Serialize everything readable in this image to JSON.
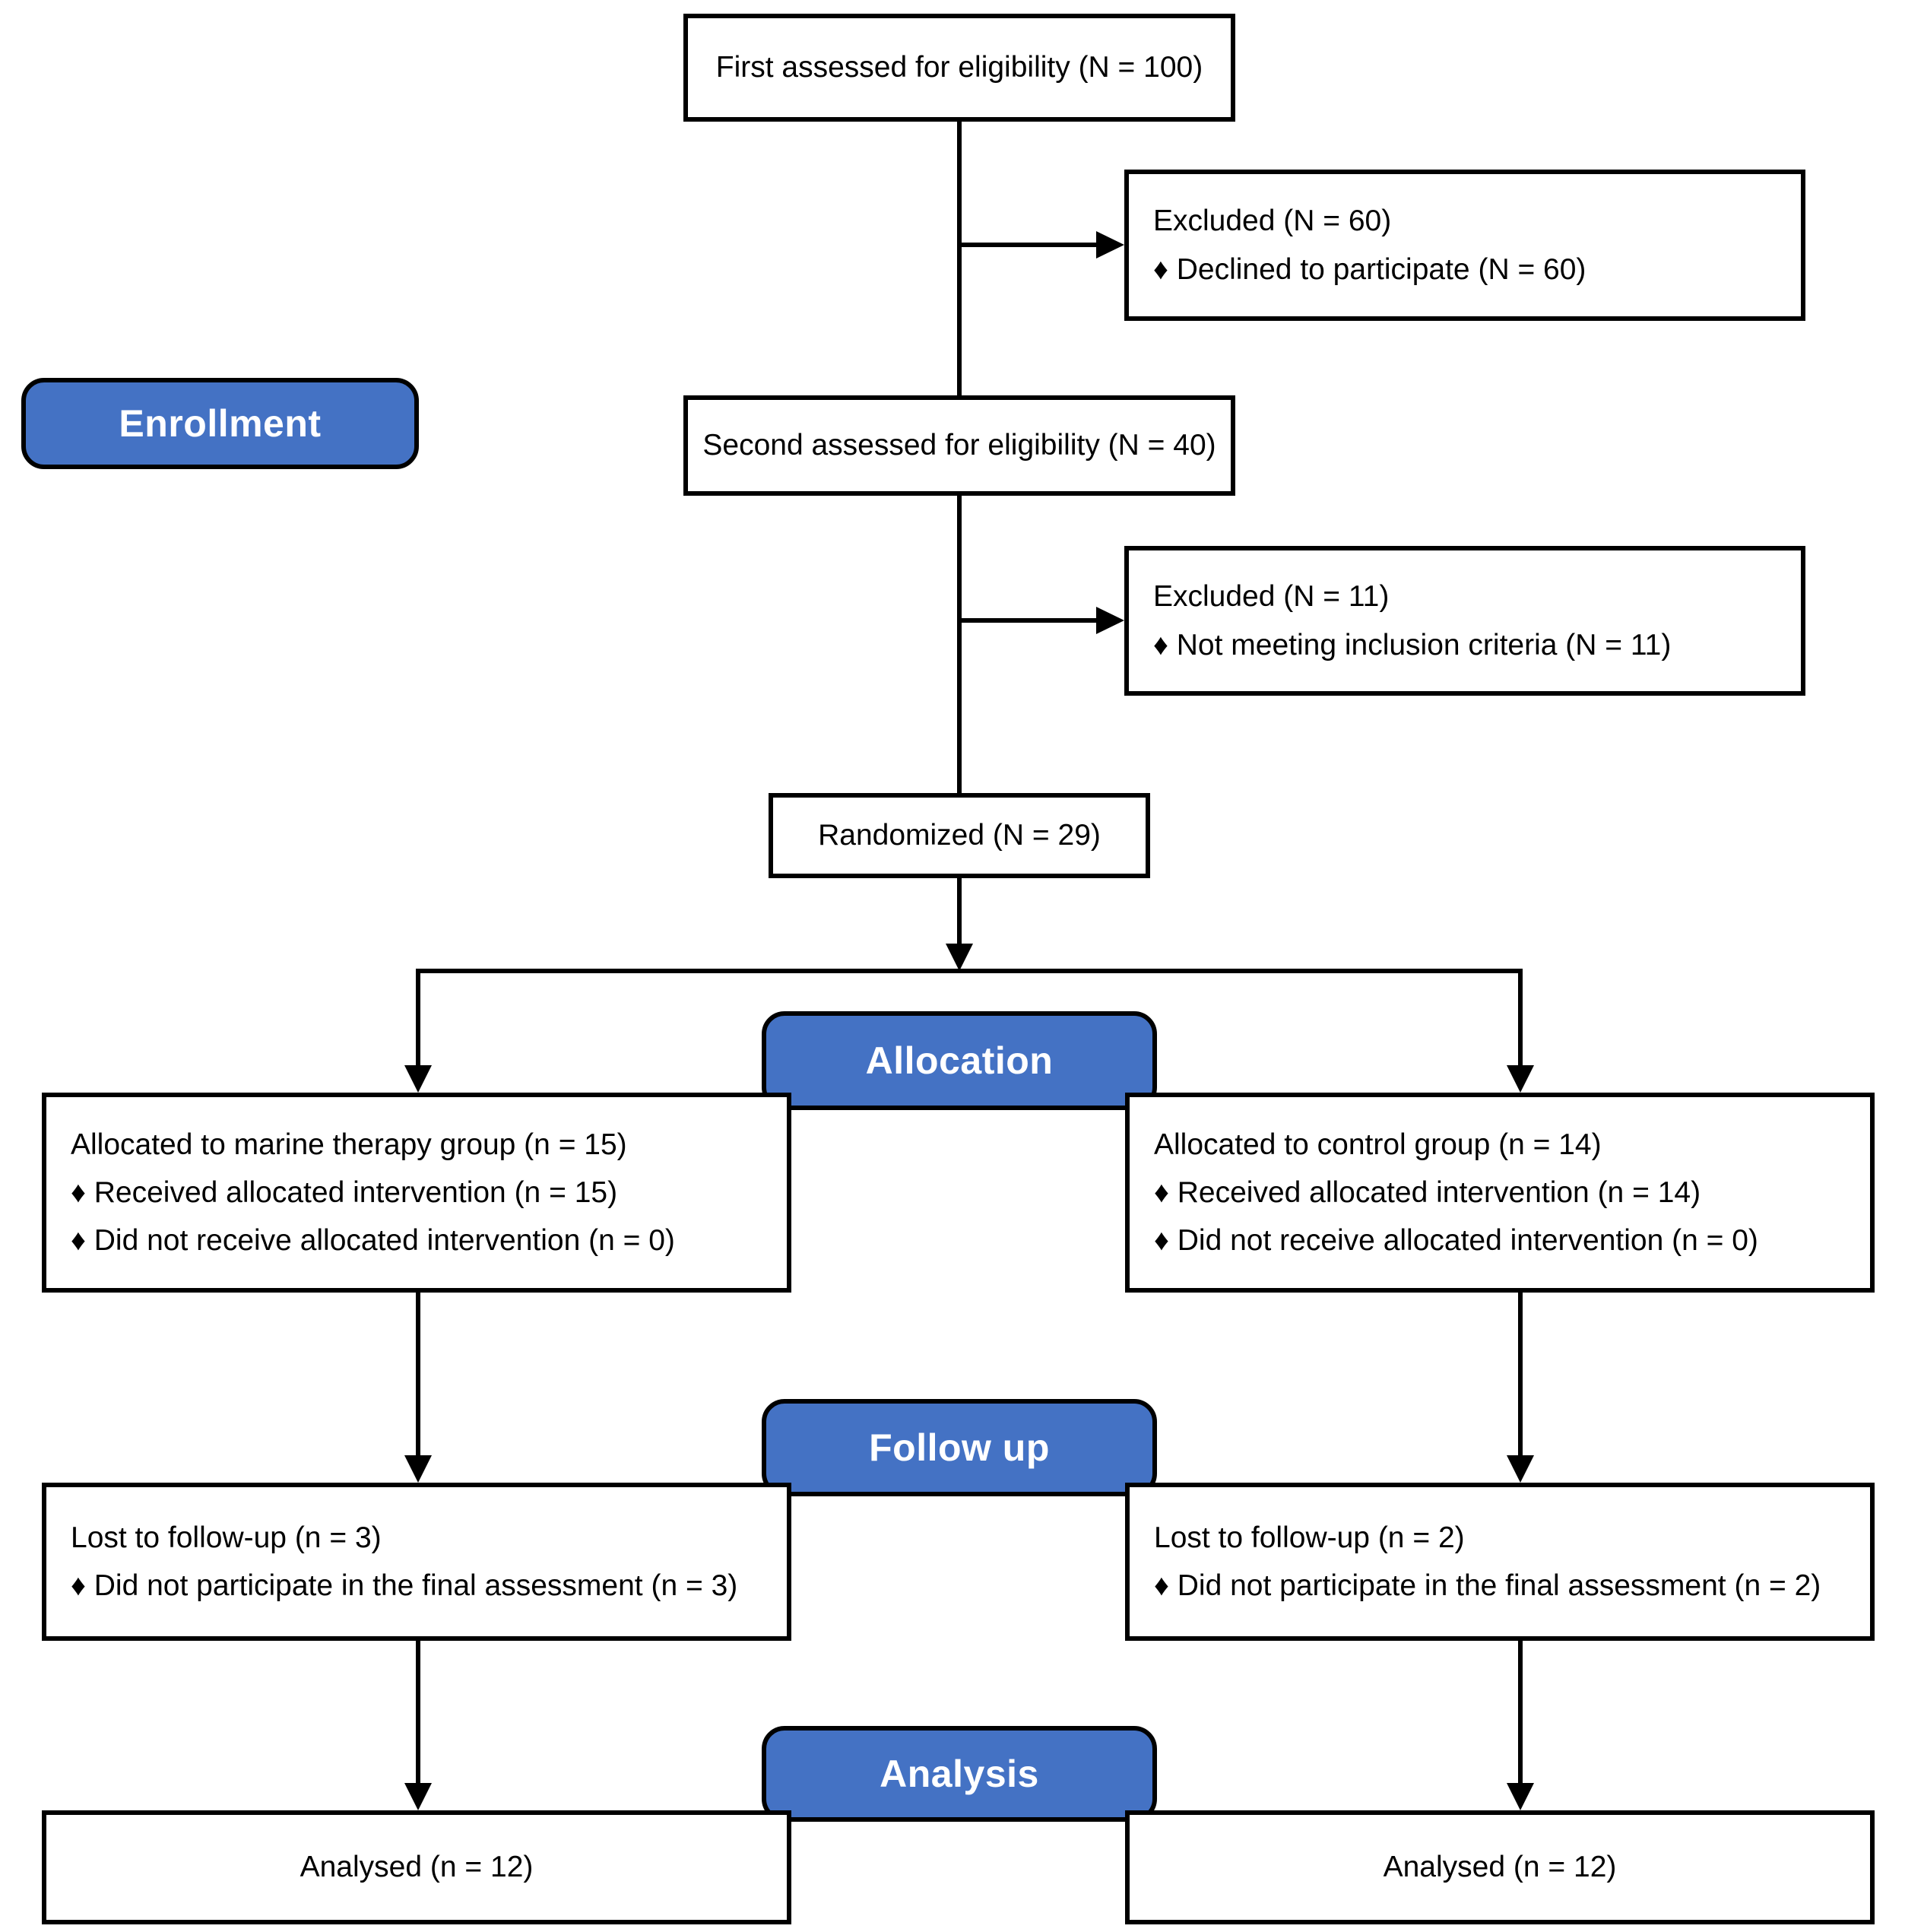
{
  "colors": {
    "section_blue": "#4472C4",
    "box_border": "#000000",
    "box_fill": "#ffffff",
    "section_text": "#ffffff",
    "text": "#000000"
  },
  "flow": {
    "first_assessed": {
      "label": "First assessed for eligibility (N = 100)"
    },
    "excluded_1": {
      "title": "Excluded (N = 60)",
      "bullets": [
        "♦ Declined to participate (N = 60)"
      ]
    },
    "enrollment_label": "Enrollment",
    "second_assessed": {
      "label": "Second assessed for eligibility (N = 40)"
    },
    "excluded_2": {
      "title": "Excluded (N = 11)",
      "bullets": [
        "♦ Not meeting inclusion criteria (N = 11)"
      ]
    },
    "randomized": {
      "label": "Randomized (N = 29)"
    },
    "allocation_label": "Allocation",
    "allocation_left": {
      "title": "Allocated to marine therapy group (n = 15)",
      "bullets": [
        "♦ Received allocated intervention (n = 15)",
        "♦ Did not receive allocated intervention (n = 0)"
      ]
    },
    "allocation_right": {
      "title": "Allocated to control group (n = 14)",
      "bullets": [
        "♦ Received allocated intervention (n = 14)",
        "♦ Did not receive allocated intervention (n = 0)"
      ]
    },
    "followup_label": "Follow up",
    "followup_left": {
      "title": "Lost to follow-up (n = 3)",
      "bullets": [
        "♦ Did not participate in the final assessment (n = 3)"
      ]
    },
    "followup_right": {
      "title": "Lost to follow-up (n = 2)",
      "bullets": [
        "♦ Did not participate in the final assessment (n = 2)"
      ]
    },
    "analysis_label": "Analysis",
    "analysis_left": {
      "label": "Analysed (n = 12)"
    },
    "analysis_right": {
      "label": "Analysed (n = 12)"
    }
  }
}
